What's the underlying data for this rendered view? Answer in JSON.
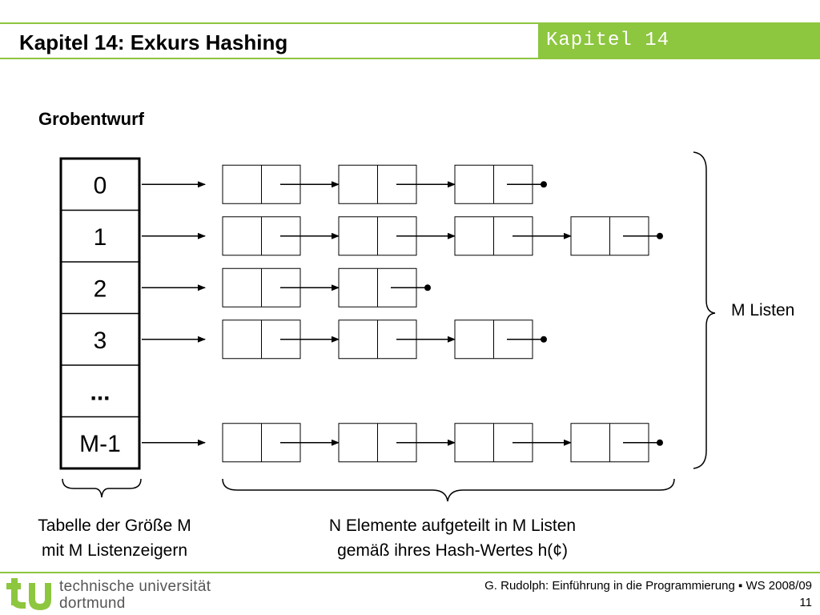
{
  "header": {
    "title": "Kapitel 14: Exkurs Hashing",
    "badge": "Kapitel 14",
    "accent_color": "#8dc63f"
  },
  "section_title": "Grobentwurf",
  "diagram": {
    "table_cells": [
      "0",
      "1",
      "2",
      "3",
      "...",
      "M-1"
    ],
    "list_lengths": [
      3,
      4,
      2,
      3,
      null,
      4
    ],
    "brace_right_label": "M Listen",
    "caption_left": [
      "Tabelle der Größe M",
      "mit M Listenzeigern"
    ],
    "caption_mid": [
      "N Elemente aufgeteilt in M Listen",
      "gemäß ihres Hash-Wertes h(¢)"
    ]
  },
  "footer": {
    "logo_line1": "technische universität",
    "logo_line2": "dortmund",
    "course": "G. Rudolph: Einführung in die Programmierung ▪ WS 2008/09",
    "page": "11"
  }
}
